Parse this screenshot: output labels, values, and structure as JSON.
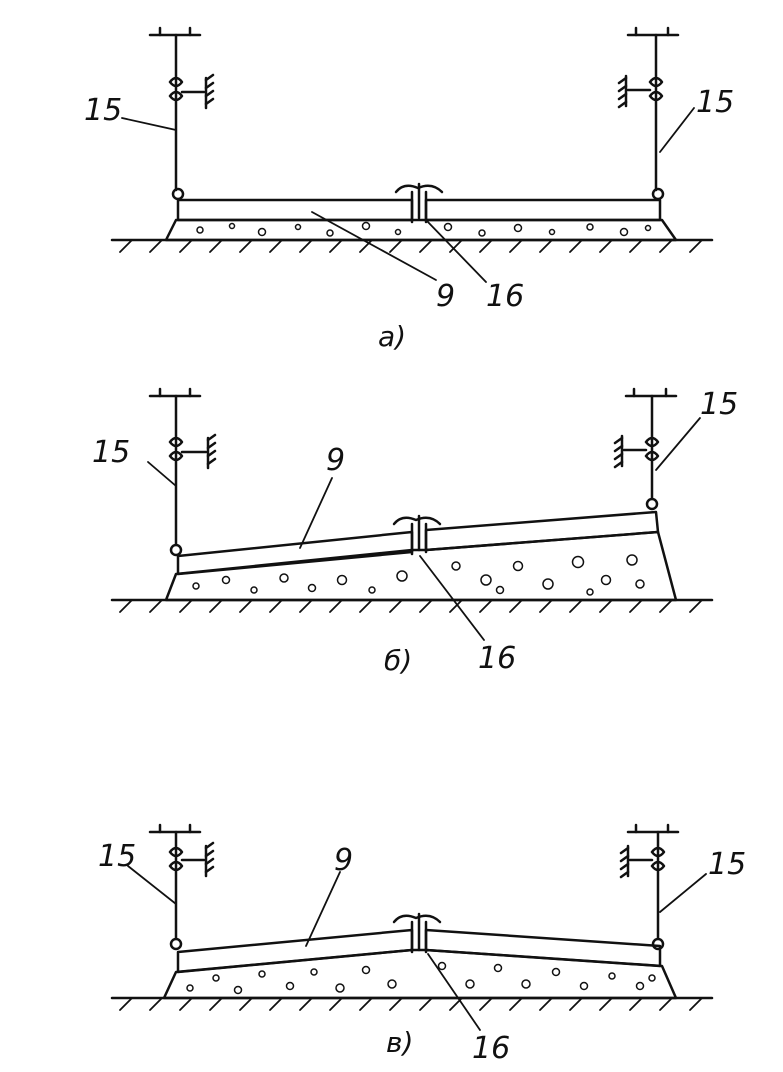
{
  "panels": [
    {
      "caption": "а)",
      "labels": {
        "rod_left": "15",
        "rod_right": "15",
        "slab": "9",
        "joint": "16"
      }
    },
    {
      "caption": "б)",
      "labels": {
        "rod_left": "15",
        "rod_right": "15",
        "slab": "9",
        "joint": "16"
      }
    },
    {
      "caption": "в)",
      "labels": {
        "rod_left": "15",
        "rod_right": "15",
        "slab": "9",
        "joint": "16"
      }
    }
  ]
}
